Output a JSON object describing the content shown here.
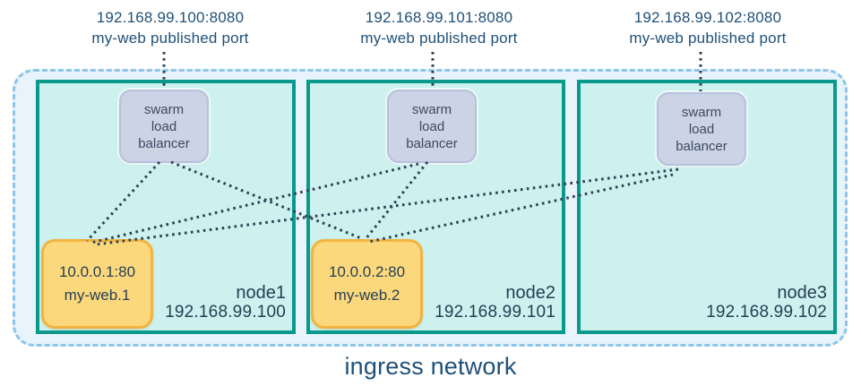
{
  "diagram_title": "ingress network",
  "colors": {
    "label-blue": "#1f5078",
    "title-blue": "#1f5078",
    "text-dark": "#253f54",
    "line-color": "#2b4254",
    "ingress-border": "#8ec6ea",
    "ingress-fill": "#e8f3fb",
    "node-border": "#0a9a8d",
    "node-fill": "#cdf1ee",
    "lb-fill": "#ccd3e4",
    "lb-border": "#b7c1dc",
    "lb-text": "#3c4a63",
    "task-fill": "#fcd87d",
    "task-border": "#f3b340"
  },
  "published_ports": [
    {
      "address": "192.168.99.100:8080",
      "caption": "my-web published port"
    },
    {
      "address": "192.168.99.101:8080",
      "caption": "my-web published port"
    },
    {
      "address": "192.168.99.102:8080",
      "caption": "my-web published port"
    }
  ],
  "nodes": [
    {
      "name": "node1",
      "ip": "192.168.99.100",
      "lb_lines": [
        "swarm",
        "load",
        "balancer"
      ],
      "task": {
        "address": "10.0.0.1:80",
        "name": "my-web.1"
      }
    },
    {
      "name": "node2",
      "ip": "192.168.99.101",
      "lb_lines": [
        "swarm",
        "load",
        "balancer"
      ],
      "task": {
        "address": "10.0.0.2:80",
        "name": "my-web.2"
      }
    },
    {
      "name": "node3",
      "ip": "192.168.99.102",
      "lb_lines": [
        "swarm",
        "load",
        "balancer"
      ]
    }
  ],
  "connections": [
    {
      "from": "published-port-192.168.99.100:8080",
      "to": "node1-load-balancer"
    },
    {
      "from": "published-port-192.168.99.101:8080",
      "to": "node2-load-balancer"
    },
    {
      "from": "published-port-192.168.99.102:8080",
      "to": "node3-load-balancer"
    },
    {
      "from": "node1-load-balancer",
      "to": "task-my-web.1"
    },
    {
      "from": "node1-load-balancer",
      "to": "task-my-web.2"
    },
    {
      "from": "node2-load-balancer",
      "to": "task-my-web.1"
    },
    {
      "from": "node2-load-balancer",
      "to": "task-my-web.2"
    },
    {
      "from": "node3-load-balancer",
      "to": "task-my-web.1"
    },
    {
      "from": "node3-load-balancer",
      "to": "task-my-web.2"
    }
  ]
}
